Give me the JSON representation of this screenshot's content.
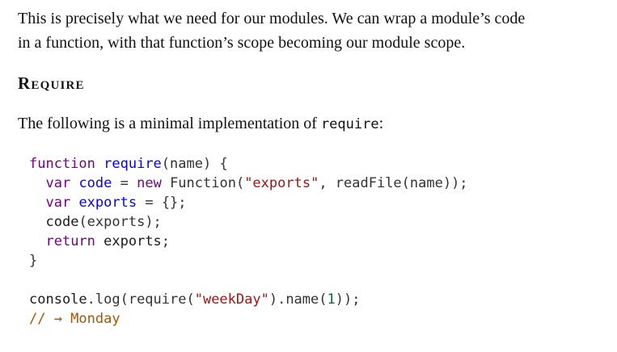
{
  "intro": {
    "line1": "This is precisely what we need for our modules. We can wrap a module’s code",
    "line2": "in a function, with that function’s scope becoming our module scope."
  },
  "heading": "Require",
  "lead": {
    "text_before": "The following is a minimal implementation of ",
    "code_word": "require",
    "text_after": ":"
  },
  "code": {
    "l1": {
      "kw": "function",
      "name": "require",
      "rest": "(name) {"
    },
    "l2": {
      "indent": "  ",
      "kw": "var",
      "name": " code ",
      "op": "=",
      "kw2": " new",
      "rest": " Function(",
      "str": "\"exports\"",
      "rest2": ", readFile(name));"
    },
    "l3": {
      "indent": "  ",
      "kw": "var",
      "name": " exports ",
      "op": "=",
      "rest": " {};"
    },
    "l4": {
      "indent": "  ",
      "name": "code",
      "rest": "(exports);"
    },
    "l5": {
      "indent": "  ",
      "kw": "return",
      "name": " exports",
      "rest": ";"
    },
    "l6": "}",
    "l7": {
      "name": "console",
      "rest": ".log(require(",
      "str": "\"weekDay\"",
      "rest2": ").name(",
      "num": "1",
      "rest3": "));"
    },
    "l8": "// → Monday"
  }
}
